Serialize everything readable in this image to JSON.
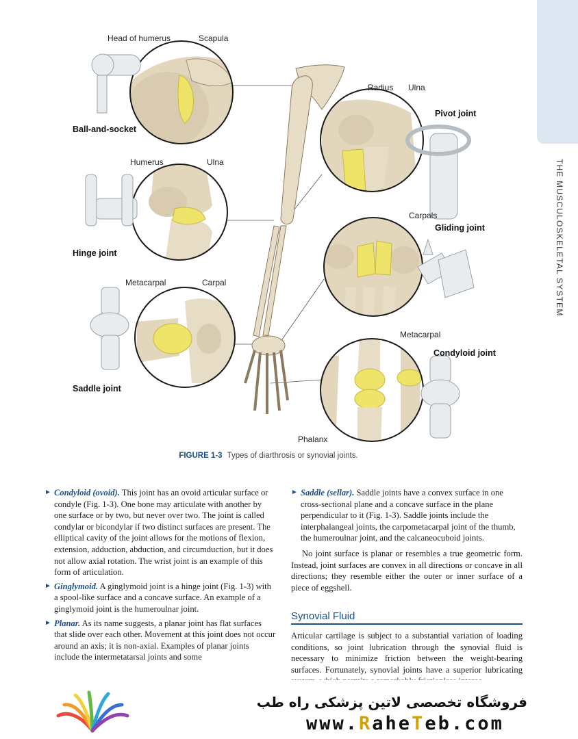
{
  "figure": {
    "labels": {
      "head_of_humerus": "Head of humerus",
      "scapula": "Scapula",
      "humerus": "Humerus",
      "ulna_hinge": "Ulna",
      "metacarpal_saddle": "Metacarpal",
      "carpal": "Carpal",
      "radius": "Radius",
      "ulna_pivot": "Ulna",
      "carpals": "Carpals",
      "metacarpal_condyloid": "Metacarpal",
      "phalanx": "Phalanx"
    },
    "joint_types": {
      "ball_and_socket": "Ball-and-socket",
      "hinge": "Hinge joint",
      "saddle": "Saddle joint",
      "pivot": "Pivot joint",
      "gliding": "Gliding joint",
      "condyloid": "Condyloid joint"
    },
    "caption_number": "FIGURE 1-3",
    "caption_text": "Types of diarthrosis or synovial joints."
  },
  "side_tab": {
    "text": "THE MUSCULOSKELETAL SYSTEM"
  },
  "left_column": {
    "condyloid_term": "Condyloid (ovoid).",
    "condyloid_text": "This joint has an ovoid articular surface or condyle (Fig. 1-3). One bone may articulate with another by one surface or by two, but never over two. The joint is called condylar or bicondylar if two distinct surfaces are present. The elliptical cavity of the joint allows for the motions of flexion, extension, adduction, abduction, and circumduction, but it does not allow axial rotation. The wrist joint is an example of this form of articulation.",
    "ginglymoid_term": "Ginglymoid.",
    "ginglymoid_text": "A ginglymoid joint is a hinge joint (Fig. 1-3) with a spool-like surface and a concave surface. An example of a ginglymoid joint is the humeroulnar joint.",
    "planar_term": "Planar.",
    "planar_text": "As its name suggests, a planar joint has flat surfaces that slide over each other. Movement at this joint does not occur around an axis; it is non-axial. Examples of planar joints include the intermetatarsal joints and some"
  },
  "right_column": {
    "saddle_term": "Saddle (sellar).",
    "saddle_text": "Saddle joints have a convex surface in one cross-sectional plane and a concave surface in the plane perpendicular to it (Fig. 1-3). Saddle joints include the interphalangeal joints, the carpometacarpal joint of the thumb, the humeroulnar joint, and the calcaneocuboid joints.",
    "planar_paragraph": "No joint surface is planar or resembles a true geometric form. Instead, joint surfaces are convex in all directions or concave in all directions; they resemble either the outer or inner surface of a piece of eggshell.",
    "section_heading": "Synovial Fluid",
    "synovial_text": "Articular cartilage is subject to a substantial variation of loading conditions, so joint lubrication through the synovial fluid is necessary to minimize friction between the weight-bearing surfaces. Fortunately, synovial joints have a superior lubricating system, which permits a remarkably frictionless interac-"
  },
  "watermark": {
    "store_name": "فروشگاه تخصصی لاتین پزشکی راه طب",
    "url_prefix": "www.",
    "url_r": "R",
    "url_ahe": "ahe",
    "url_t": "T",
    "url_eb": "eb",
    "url_suffix": ".com"
  },
  "colors": {
    "accent_blue": "#1b4f8c",
    "bone": "#e7dcc6",
    "cartilage": "#eee46a",
    "tab": "#dde7f2"
  }
}
